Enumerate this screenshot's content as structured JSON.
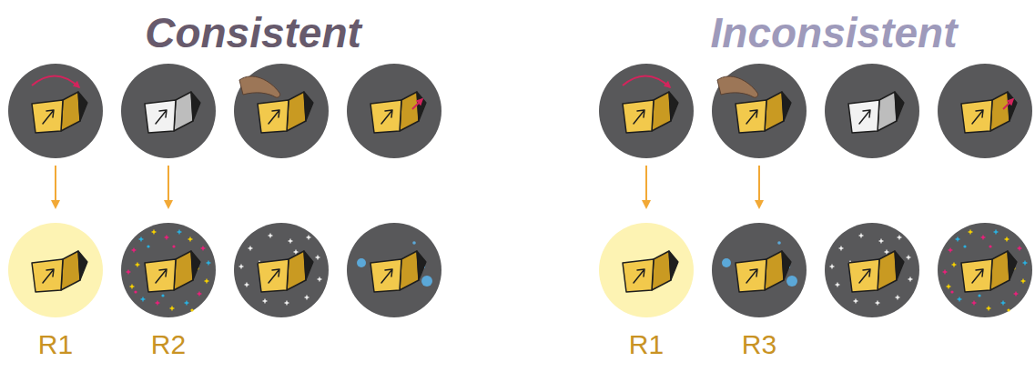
{
  "diagram": {
    "labels": [
      "Consistent",
      "Inconsistent",
      "R1",
      "R2",
      "R1",
      "R3"
    ]
  }
}
